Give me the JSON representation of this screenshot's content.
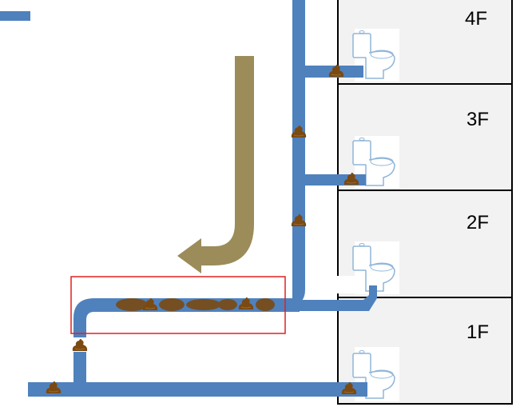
{
  "floors": [
    {
      "label": "4F"
    },
    {
      "label": "3F"
    },
    {
      "label": "2F"
    },
    {
      "label": "1F"
    }
  ],
  "colors": {
    "pipe": "#4f81bd",
    "arrow": "#9b8c5a",
    "waste": "#7a4a12",
    "highlight": "#e02020",
    "floor_bg": "#f2f2f2"
  }
}
